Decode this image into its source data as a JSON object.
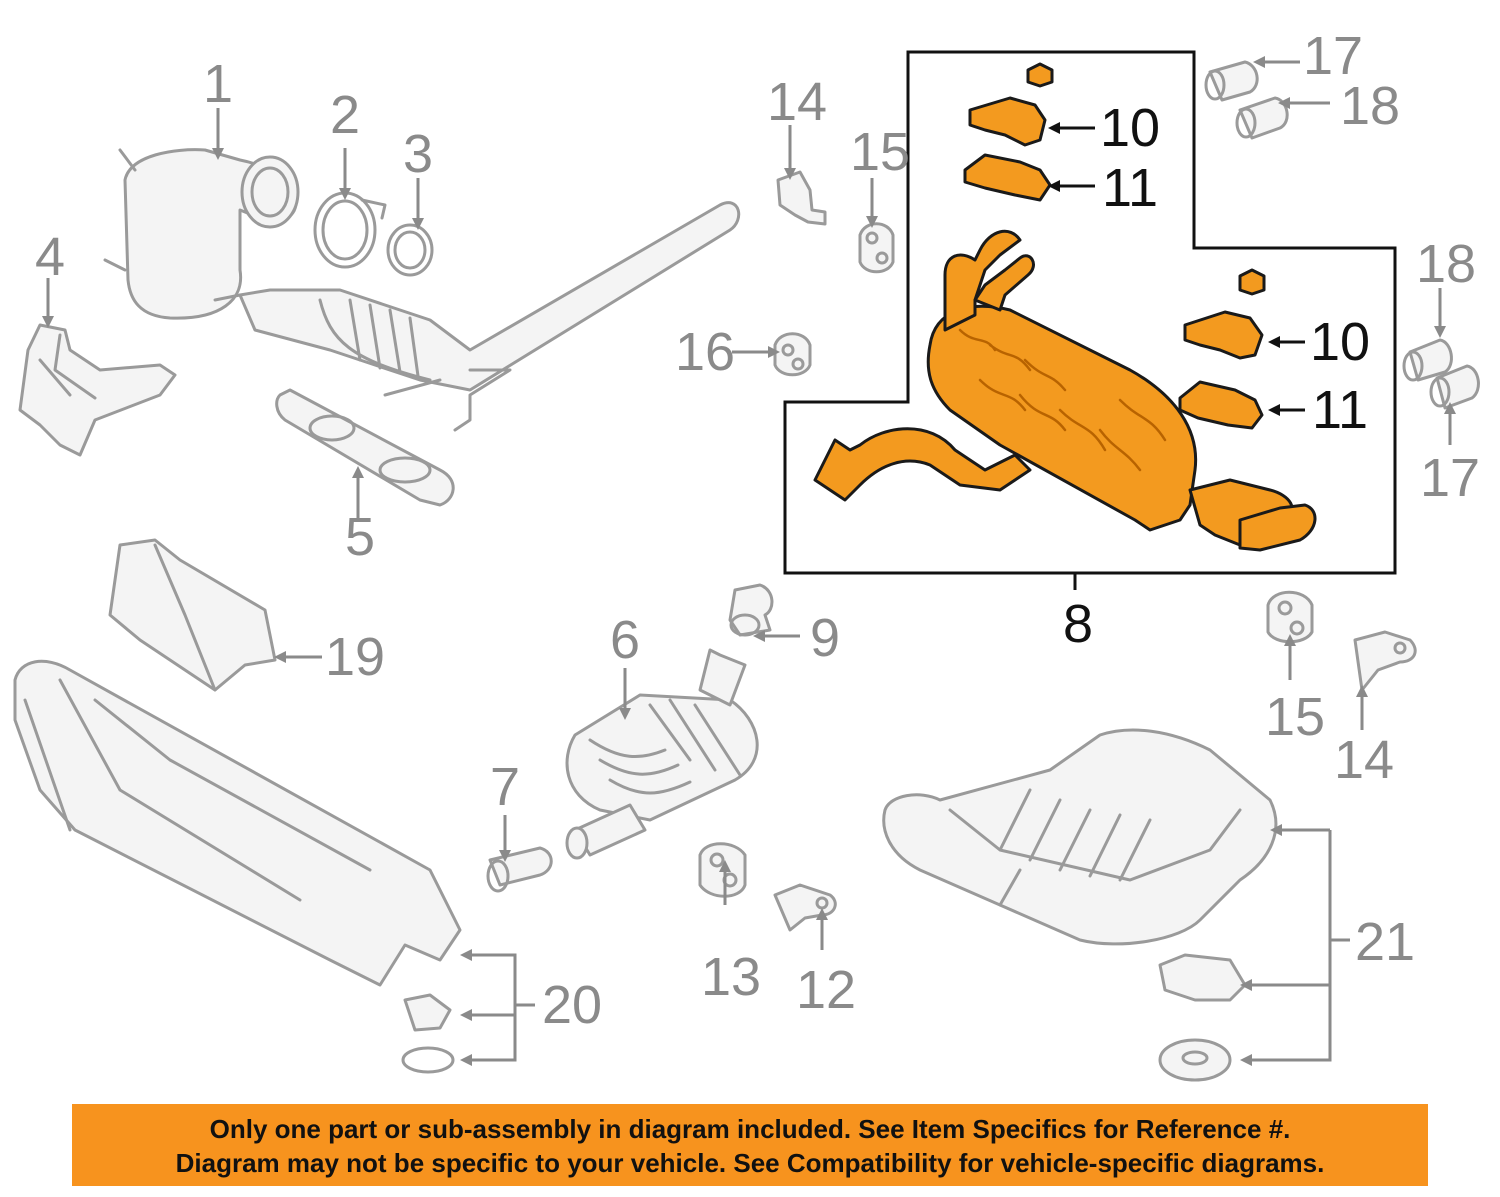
{
  "callouts": {
    "c1": "1",
    "c2": "2",
    "c3": "3",
    "c4": "4",
    "c5": "5",
    "c6": "6",
    "c7": "7",
    "c8": "8",
    "c9": "9",
    "c10a": "10",
    "c10b": "10",
    "c11a": "11",
    "c11b": "11",
    "c12": "12",
    "c13": "13",
    "c14a": "14",
    "c14b": "14",
    "c15a": "15",
    "c15b": "15",
    "c16": "16",
    "c17a": "17",
    "c17b": "17",
    "c18a": "18",
    "c18b": "18",
    "c19": "19",
    "c20": "20",
    "c21": "21"
  },
  "notice": {
    "line1": "Only one part or sub-assembly in diagram included. See Item Specifics for Reference #.",
    "line2": "Diagram may not be specific to your vehicle. See Compatibility for vehicle-specific diagrams."
  },
  "colors": {
    "highlight": "#f39a1f",
    "notice_bg": "#f7931e",
    "line_gray": "#9a9a9a"
  }
}
